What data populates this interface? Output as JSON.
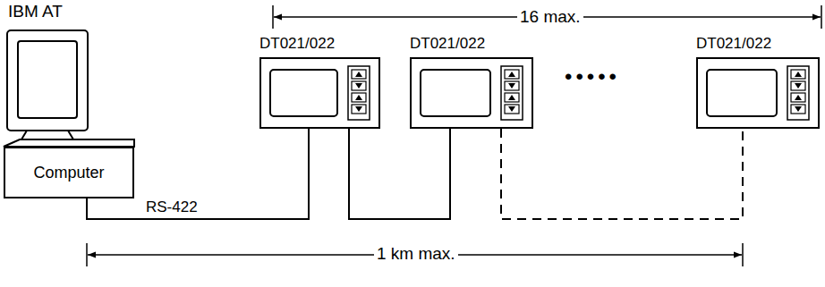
{
  "diagram": {
    "nodes": [
      {
        "text": [
          "Computer"
        ]
      },
      {
        "text": [
          "DT021/022"
        ]
      },
      {
        "text": [
          "DT021/022"
        ]
      },
      {
        "text": [
          "DT021/022"
        ]
      }
    ],
    "edges": [
      {
        "from": 0,
        "to": 1,
        "arrow": "none",
        "label": "RS-422"
      },
      {
        "from": 1,
        "to": 2,
        "arrow": "none"
      },
      {
        "from": 2,
        "to": 3,
        "arrow": "none"
      }
    ],
    "labels": [
      "IBM AT",
      "16 max.",
      "1 km max.",
      "•••••"
    ]
  }
}
